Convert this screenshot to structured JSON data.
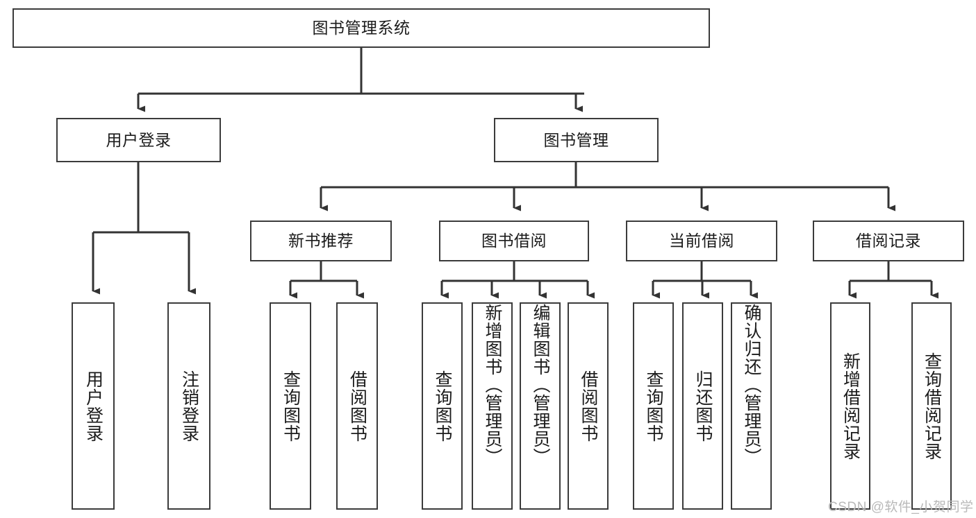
{
  "diagram": {
    "title": "图书管理系统",
    "type": "hierarchy-tree",
    "colors": {
      "box_border": "#3b3b3b",
      "box_fill": "#ffffff",
      "connector": "#333333",
      "text": "#1b1b1b",
      "watermark": "#b9b9b9",
      "background": "#ffffff"
    },
    "root": {
      "label": "图书管理系统"
    },
    "tier2": [
      {
        "label": "用户登录"
      },
      {
        "label": "图书管理"
      }
    ],
    "tier3": [
      {
        "label": "新书推荐"
      },
      {
        "label": "图书借阅"
      },
      {
        "label": "当前借阅"
      },
      {
        "label": "借阅记录"
      }
    ],
    "leaves": {
      "user_login": [
        {
          "label": "用户登录"
        },
        {
          "label": "注销登录"
        }
      ],
      "new_book_recommend": [
        {
          "label": "查询图书"
        },
        {
          "label": "借阅图书"
        }
      ],
      "book_borrow": [
        {
          "label": "查询图书"
        },
        {
          "label": "新增图书（管理员）"
        },
        {
          "label": "编辑图书（管理员）"
        },
        {
          "label": "借阅图书"
        }
      ],
      "current_borrow": [
        {
          "label": "查询图书"
        },
        {
          "label": "归还图书"
        },
        {
          "label": "确认归还（管理员）"
        }
      ],
      "borrow_records": [
        {
          "label": "新增借阅记录"
        },
        {
          "label": "查询借阅记录"
        }
      ]
    }
  },
  "watermark": {
    "text": "CSDN @软件_小贺同学"
  }
}
